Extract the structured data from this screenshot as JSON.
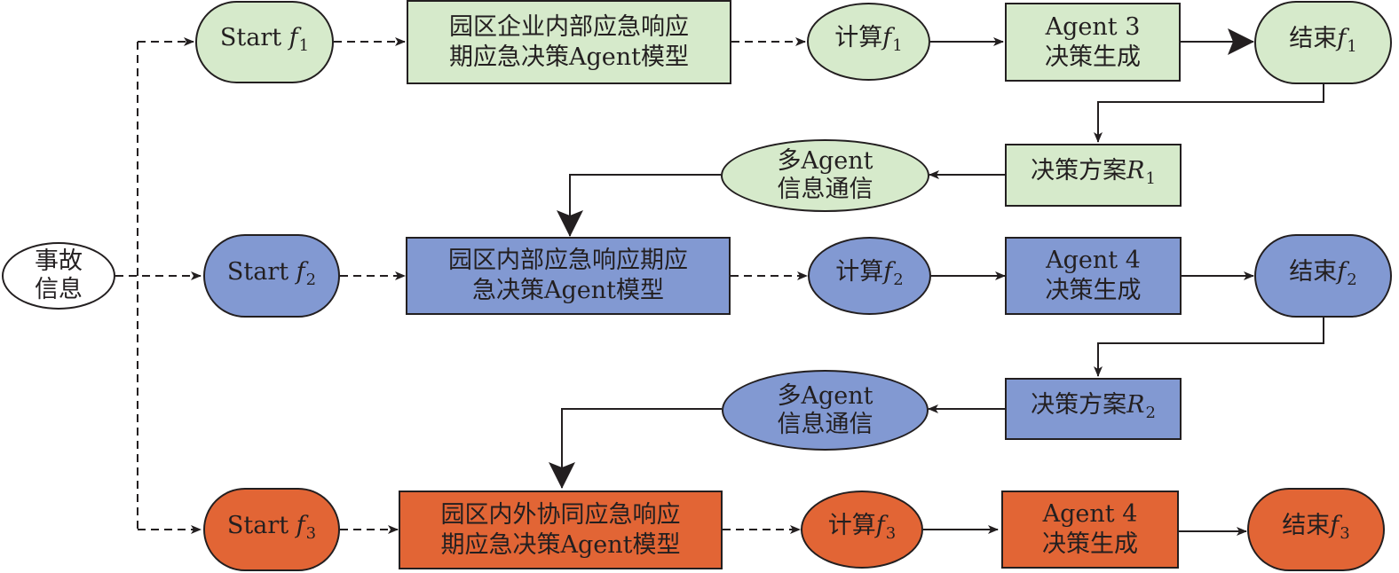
{
  "diagram": {
    "colors": {
      "row1": "#d6eacb",
      "row2": "#8299d2",
      "row3": "#e26535",
      "stroke": "#231f20"
    },
    "accident_info": {
      "line1": "事故",
      "line2": "信息"
    },
    "rows": [
      {
        "start": {
          "label": "Start",
          "var": "f",
          "sub": "1"
        },
        "model": {
          "line1": "园区企业内部应急响应",
          "line2": "期应急决策Agent模型"
        },
        "compute": {
          "label": "计算",
          "var": "f",
          "sub": "1"
        },
        "agent": {
          "line1": "Agent 3",
          "line2": "决策生成"
        },
        "end": {
          "label": "结束",
          "var": "f",
          "sub": "1"
        },
        "plan": {
          "label": "决策方案",
          "var": "R",
          "sub": "1"
        },
        "comm": {
          "line1": "多Agent",
          "line2": "信息通信"
        }
      },
      {
        "start": {
          "label": "Start",
          "var": "f",
          "sub": "2"
        },
        "model": {
          "line1": "园区内部应急响应期应",
          "line2": "急决策Agent模型"
        },
        "compute": {
          "label": "计算",
          "var": "f",
          "sub": "2"
        },
        "agent": {
          "line1": "Agent 4",
          "line2": "决策生成"
        },
        "end": {
          "label": "结束",
          "var": "f",
          "sub": "2"
        },
        "plan": {
          "label": "决策方案",
          "var": "R",
          "sub": "2"
        },
        "comm": {
          "line1": "多Agent",
          "line2": "信息通信"
        }
      },
      {
        "start": {
          "label": "Start",
          "var": "f",
          "sub": "3"
        },
        "model": {
          "line1": "园区内外协同应急响应",
          "line2": "期应急决策Agent模型"
        },
        "compute": {
          "label": "计算",
          "var": "f",
          "sub": "3"
        },
        "agent": {
          "line1": "Agent 4",
          "line2": "决策生成"
        },
        "end": {
          "label": "结束",
          "var": "f",
          "sub": "3"
        }
      }
    ]
  }
}
